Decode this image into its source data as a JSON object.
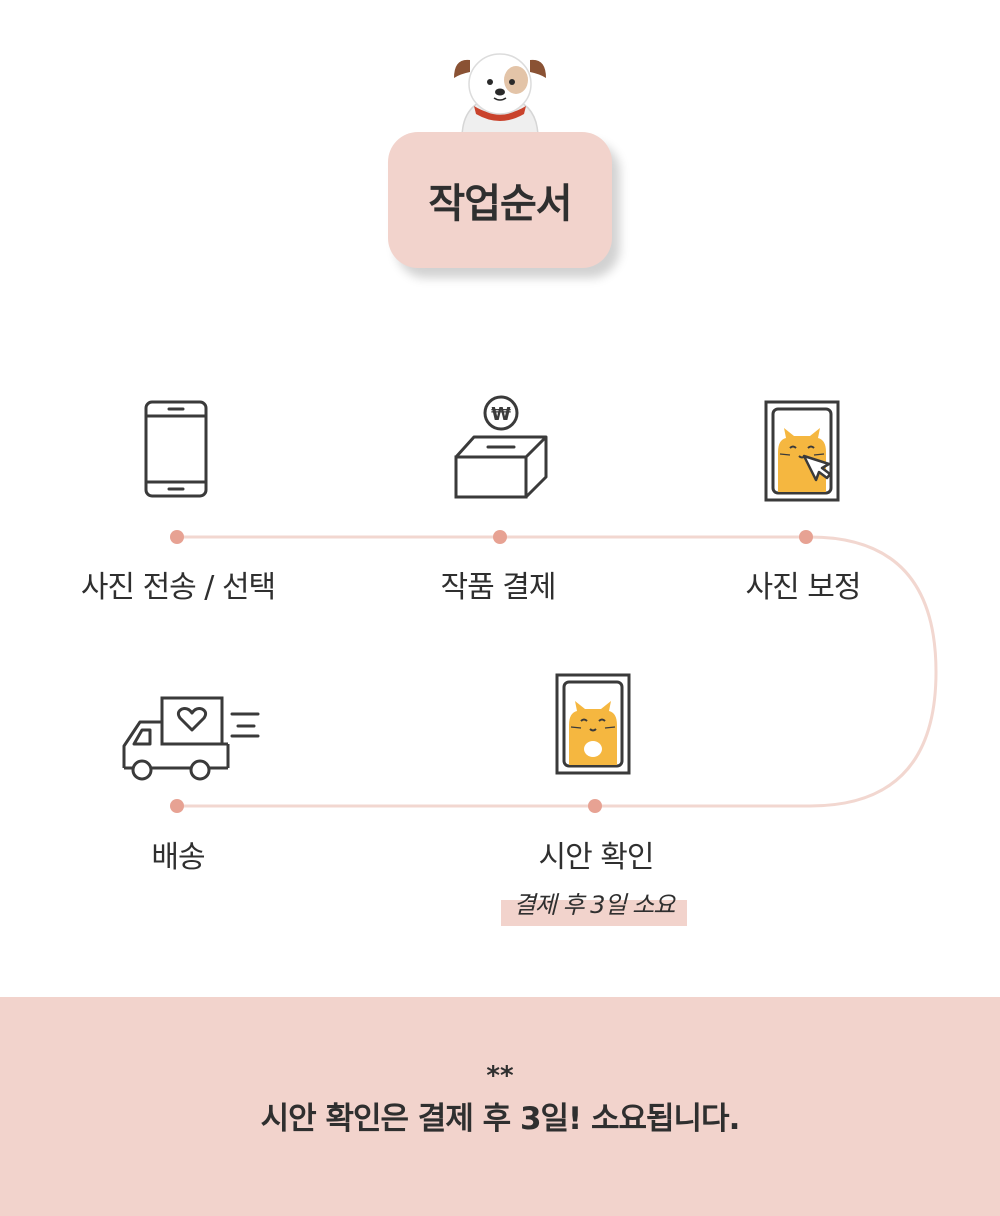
{
  "header": {
    "title": "작업순서"
  },
  "steps": [
    {
      "label": "사진 전송 / 선택",
      "icon": "smartphone-icon"
    },
    {
      "label": "작품 결제",
      "icon": "payment-box-icon"
    },
    {
      "label": "사진 보정",
      "icon": "photo-edit-icon"
    },
    {
      "label": "배송",
      "icon": "delivery-truck-icon"
    },
    {
      "label": "시안 확인",
      "icon": "framed-photo-icon",
      "note": "결제 후 3일 소요"
    }
  ],
  "footer": {
    "stars": "**",
    "text": "시안 확인은 결제 후 3일! 소요됩니다."
  },
  "colors": {
    "accent": "#f2d3cc",
    "dot": "#e7a293",
    "line": "#f2d7d0",
    "icon_stroke": "#3a3a3a",
    "cat": "#f5b740"
  }
}
